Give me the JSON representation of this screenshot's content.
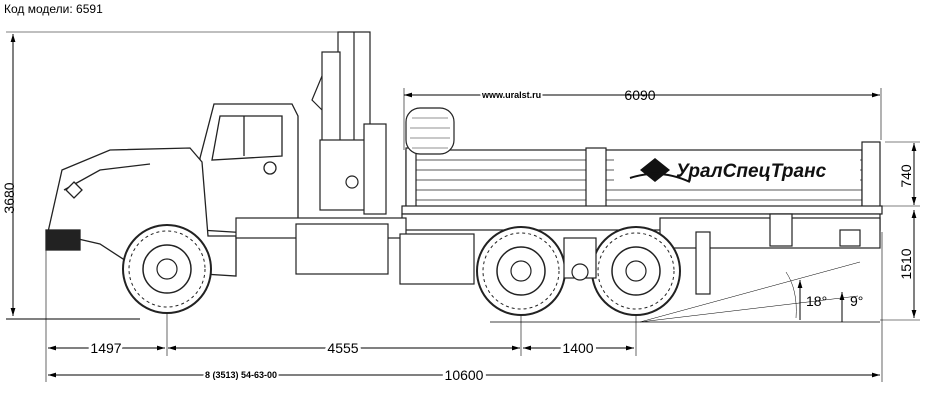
{
  "header": {
    "model_code_label": "Код модели: 6591"
  },
  "dimensions": {
    "total_height": "3680",
    "body_length": "6090",
    "side_height": "740",
    "frame_height": "1510",
    "front_overhang": "1497",
    "wheelbase": "4555",
    "axle_spacing": "1400",
    "total_length": "10600",
    "departure_angle_1": "18°",
    "departure_angle_2": "9°"
  },
  "texts": {
    "website": "www.uralst.ru",
    "phone": "8 (3513) 54-63-00",
    "brand": "УралСпецТранс"
  }
}
